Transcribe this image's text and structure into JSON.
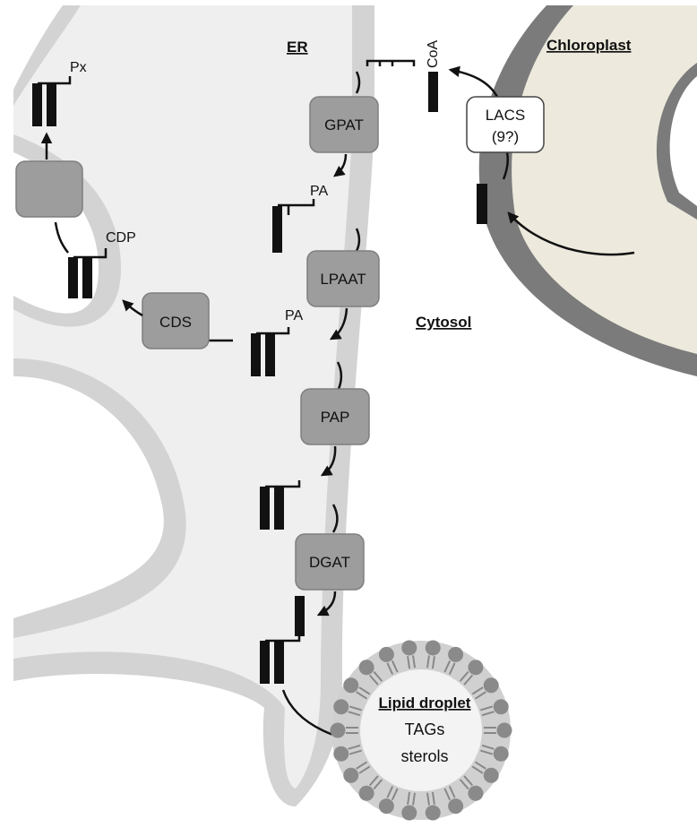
{
  "compartments": {
    "er": "ER",
    "chloroplast": "Chloroplast",
    "cytosol": "Cytosol",
    "lipid_droplet": "Lipid droplet"
  },
  "enzymes": {
    "gpat": "GPAT",
    "lpaat": "LPAAT",
    "pap": "PAP",
    "dgat": "DGAT",
    "cds": "CDS",
    "lacs_line1": "LACS",
    "lacs_line2": "(9?)"
  },
  "metabolites": {
    "coa": "CoA",
    "pa1": "PA",
    "pa2": "PA",
    "cdp": "CDP",
    "px": "Px",
    "tags": "TAGs",
    "sterols": "sterols"
  },
  "colors": {
    "er_lumen": "#efefef",
    "er_membrane": "#d3d3d3",
    "chloroplast_envelope": "#7b7b7b",
    "chloroplast_stroma": "#edeadd",
    "enzyme_box": "#9d9d9d",
    "droplet_heads": "#8a8a8a",
    "droplet_core": "#f3f3f3"
  }
}
